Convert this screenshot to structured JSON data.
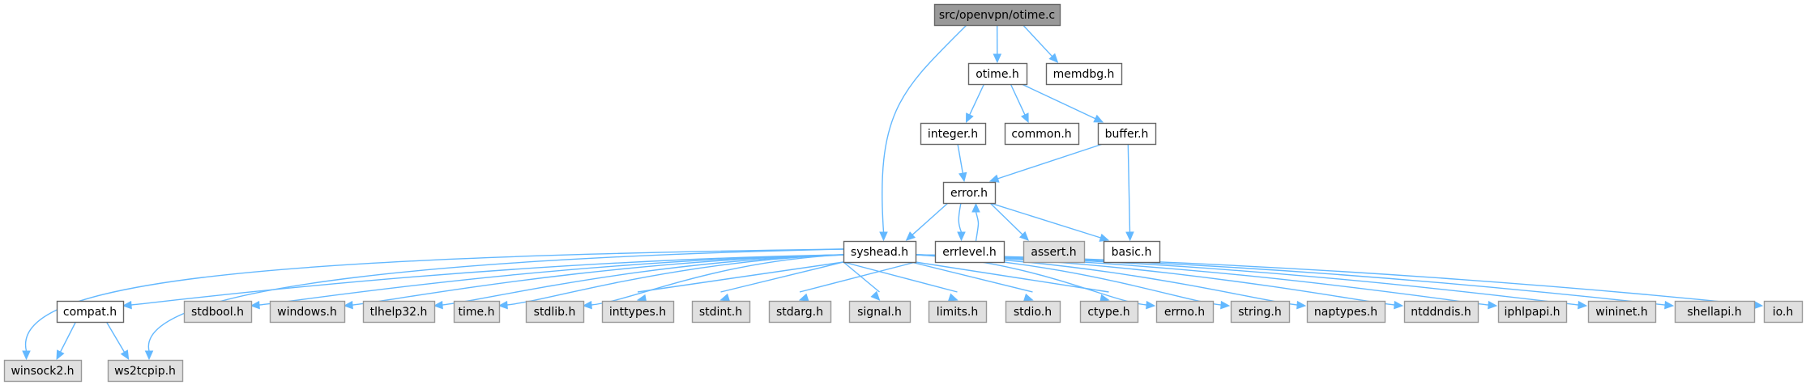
{
  "title": "src/openvpn/otime.c include dependency graph",
  "colors": {
    "edge": "#63b8ff",
    "root_fill": "#999999",
    "root_stroke": "#666666",
    "local_fill": "#ffffff",
    "local_stroke": "#666666",
    "system_fill": "#e0e0e0",
    "system_stroke": "#999999"
  },
  "nodes": [
    {
      "id": "root",
      "label": "src/openvpn/otime.c",
      "kind": "root"
    },
    {
      "id": "otime_h",
      "label": "otime.h",
      "kind": "local"
    },
    {
      "id": "memdbg_h",
      "label": "memdbg.h",
      "kind": "local"
    },
    {
      "id": "integer_h",
      "label": "integer.h",
      "kind": "local"
    },
    {
      "id": "common_h",
      "label": "common.h",
      "kind": "local"
    },
    {
      "id": "buffer_h",
      "label": "buffer.h",
      "kind": "local"
    },
    {
      "id": "error_h",
      "label": "error.h",
      "kind": "local"
    },
    {
      "id": "syshead_h",
      "label": "syshead.h",
      "kind": "local"
    },
    {
      "id": "errlevel_h",
      "label": "errlevel.h",
      "kind": "local"
    },
    {
      "id": "assert_h",
      "label": "assert.h",
      "kind": "system"
    },
    {
      "id": "basic_h",
      "label": "basic.h",
      "kind": "local"
    },
    {
      "id": "compat_h",
      "label": "compat.h",
      "kind": "local"
    },
    {
      "id": "stdbool_h",
      "label": "stdbool.h",
      "kind": "system"
    },
    {
      "id": "windows_h",
      "label": "windows.h",
      "kind": "system"
    },
    {
      "id": "tlhelp32_h",
      "label": "tlhelp32.h",
      "kind": "system"
    },
    {
      "id": "time_h",
      "label": "time.h",
      "kind": "system"
    },
    {
      "id": "stdlib_h",
      "label": "stdlib.h",
      "kind": "system"
    },
    {
      "id": "inttypes_h",
      "label": "inttypes.h",
      "kind": "system"
    },
    {
      "id": "stdint_h",
      "label": "stdint.h",
      "kind": "system"
    },
    {
      "id": "stdarg_h",
      "label": "stdarg.h",
      "kind": "system"
    },
    {
      "id": "signal_h",
      "label": "signal.h",
      "kind": "system"
    },
    {
      "id": "limits_h",
      "label": "limits.h",
      "kind": "system"
    },
    {
      "id": "stdio_h",
      "label": "stdio.h",
      "kind": "system"
    },
    {
      "id": "ctype_h",
      "label": "ctype.h",
      "kind": "system"
    },
    {
      "id": "errno_h",
      "label": "errno.h",
      "kind": "system"
    },
    {
      "id": "string_h",
      "label": "string.h",
      "kind": "system"
    },
    {
      "id": "naptypes_h",
      "label": "naptypes.h",
      "kind": "system"
    },
    {
      "id": "ntddndis_h",
      "label": "ntddndis.h",
      "kind": "system"
    },
    {
      "id": "iphlpapi_h",
      "label": "iphlpapi.h",
      "kind": "system"
    },
    {
      "id": "wininet_h",
      "label": "wininet.h",
      "kind": "system"
    },
    {
      "id": "shellapi_h",
      "label": "shellapi.h",
      "kind": "system"
    },
    {
      "id": "io_h",
      "label": "io.h",
      "kind": "system"
    },
    {
      "id": "winsock2_h",
      "label": "winsock2.h",
      "kind": "system"
    },
    {
      "id": "ws2tcpip_h",
      "label": "ws2tcpip.h",
      "kind": "system"
    }
  ],
  "edges": [
    [
      "root",
      "otime_h"
    ],
    [
      "root",
      "memdbg_h"
    ],
    [
      "root",
      "syshead_h"
    ],
    [
      "otime_h",
      "integer_h"
    ],
    [
      "otime_h",
      "common_h"
    ],
    [
      "otime_h",
      "buffer_h"
    ],
    [
      "integer_h",
      "error_h"
    ],
    [
      "buffer_h",
      "error_h"
    ],
    [
      "buffer_h",
      "basic_h"
    ],
    [
      "error_h",
      "syshead_h"
    ],
    [
      "error_h",
      "errlevel_h"
    ],
    [
      "error_h",
      "assert_h"
    ],
    [
      "error_h",
      "basic_h"
    ],
    [
      "errlevel_h",
      "error_h"
    ],
    [
      "syshead_h",
      "compat_h"
    ],
    [
      "syshead_h",
      "stdbool_h"
    ],
    [
      "syshead_h",
      "windows_h"
    ],
    [
      "syshead_h",
      "tlhelp32_h"
    ],
    [
      "syshead_h",
      "time_h"
    ],
    [
      "syshead_h",
      "stdlib_h"
    ],
    [
      "syshead_h",
      "inttypes_h"
    ],
    [
      "syshead_h",
      "stdint_h"
    ],
    [
      "syshead_h",
      "stdarg_h"
    ],
    [
      "syshead_h",
      "signal_h"
    ],
    [
      "syshead_h",
      "limits_h"
    ],
    [
      "syshead_h",
      "stdio_h"
    ],
    [
      "syshead_h",
      "ctype_h"
    ],
    [
      "syshead_h",
      "errno_h"
    ],
    [
      "syshead_h",
      "string_h"
    ],
    [
      "syshead_h",
      "naptypes_h"
    ],
    [
      "syshead_h",
      "ntddndis_h"
    ],
    [
      "syshead_h",
      "iphlpapi_h"
    ],
    [
      "syshead_h",
      "wininet_h"
    ],
    [
      "syshead_h",
      "shellapi_h"
    ],
    [
      "syshead_h",
      "io_h"
    ],
    [
      "syshead_h",
      "winsock2_h"
    ],
    [
      "syshead_h",
      "ws2tcpip_h"
    ],
    [
      "compat_h",
      "winsock2_h"
    ],
    [
      "compat_h",
      "ws2tcpip_h"
    ]
  ]
}
